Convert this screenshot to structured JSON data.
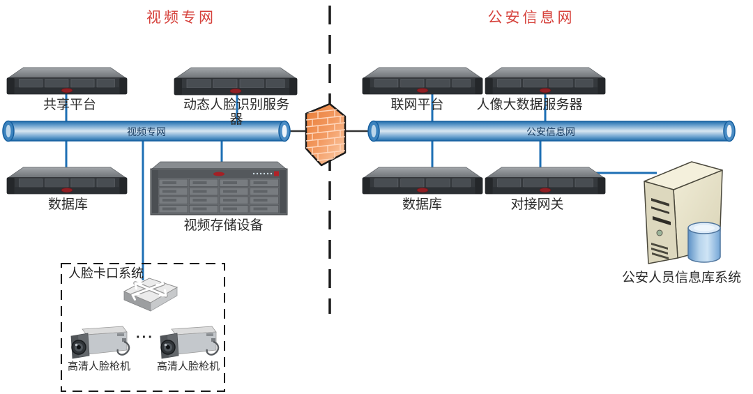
{
  "left_network": {
    "title": "视频专网",
    "bus_label": "视频专网",
    "servers": {
      "share_platform": "共享平台",
      "face_recognition_server": "动态人脸识别服务器",
      "database": "数据库",
      "video_storage": "视频存储设备"
    },
    "checkpoint_system": {
      "title": "人脸卡口系统",
      "camera_left_label": "高清人脸枪机",
      "camera_right_label": "高清人脸枪机",
      "ellipsis": "···"
    }
  },
  "right_network": {
    "title": "公安信息网",
    "bus_label": "公安信息网",
    "servers": {
      "network_platform": "联网平台",
      "portrait_bigdata_server": "人像大数据服务器",
      "database": "数据库",
      "gateway": "对接网关",
      "personnel_info_system": "公安人员信息库系统"
    }
  },
  "icons": {
    "firewall": "brick-wall-firewall",
    "switch": "network-switch-3d",
    "camera": "box-camera",
    "rack_server": "rack-server-1u",
    "storage": "storage-array-3u",
    "tower_server": "tower-server",
    "database": "db-cylinder"
  },
  "colors": {
    "section_title_red": "#d6423c",
    "bus_pipe_blue": "#1f6cab",
    "connector_blue": "#1d6fb4",
    "firewall_orange": "#ec8a4e",
    "label_text": "#2b2b2b",
    "boundary_line": "#1a1a1a"
  }
}
